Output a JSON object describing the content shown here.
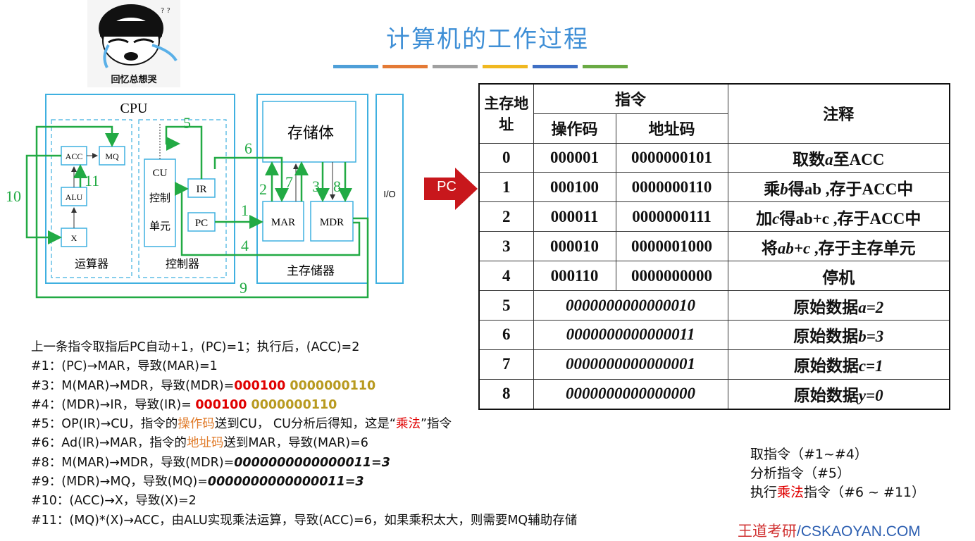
{
  "title": "计算机的工作过程",
  "stripe_colors": [
    "#4e9fd8",
    "#e47a35",
    "#a0a0a0",
    "#f0b820",
    "#3f6fc4",
    "#6aaa44"
  ],
  "meme": {
    "caption": "回忆总想哭"
  },
  "diagram": {
    "cpu_label": "CPU",
    "registers": {
      "acc": "ACC",
      "mq": "MQ",
      "alu": "ALU",
      "x": "X",
      "cu": [
        "CU",
        "控制",
        "单元"
      ],
      "ir": "IR",
      "pc": "PC",
      "mar": "MAR",
      "mdr": "MDR"
    },
    "storage_body": "存储体",
    "arith_unit": "运算器",
    "control_unit": "控制器",
    "main_memory": "主存储器",
    "io": "I/O",
    "step_numbers": [
      "1",
      "2",
      "3",
      "4",
      "5",
      "6",
      "7",
      "8",
      "9",
      "10",
      "11"
    ]
  },
  "pc_pointer": "PC",
  "table": {
    "headers": {
      "addr": "主存地址",
      "instr": "指令",
      "opcode": "操作码",
      "address": "地址码",
      "note": "注释"
    },
    "instr_rows": [
      {
        "addr": "0",
        "opcode": "000001",
        "address": "0000000101",
        "note_pre": "取数",
        "note_var": "a",
        "note_post": "至ACC"
      },
      {
        "addr": "1",
        "opcode": "000100",
        "address": "0000000110",
        "note_pre": "乘",
        "note_var": "b",
        "note_post": "得ab ,存于ACC中"
      },
      {
        "addr": "2",
        "opcode": "000011",
        "address": "0000000111",
        "note_pre": "加",
        "note_var": "c",
        "note_post": "得ab+c ,存于ACC中"
      },
      {
        "addr": "3",
        "opcode": "000010",
        "address": "0000001000",
        "note_pre": "将",
        "note_var": "ab+c",
        "note_post": " ,存于主存单元"
      },
      {
        "addr": "4",
        "opcode": "000110",
        "address": "0000000000",
        "note_pre": "停机",
        "note_var": "",
        "note_post": ""
      }
    ],
    "data_rows": [
      {
        "addr": "5",
        "value": "0000000000000010",
        "note_pre": "原始数据",
        "note_var": "a=2"
      },
      {
        "addr": "6",
        "value": "0000000000000011",
        "note_pre": "原始数据",
        "note_var": "b=3"
      },
      {
        "addr": "7",
        "value": "0000000000000001",
        "note_pre": "原始数据",
        "note_var": "c=1"
      },
      {
        "addr": "8",
        "value": "0000000000000000",
        "note_pre": "原始数据",
        "note_var": "y=0"
      }
    ]
  },
  "steps": {
    "intro": "上一条指令取指后PC自动+1，(PC)=1；执行后，(ACC)=2",
    "s1": "#1：(PC)→MAR，导致(MAR)=1",
    "s3_pre": "#3：M(MAR)→MDR，导致(MDR)=",
    "s3_op": "000100",
    "s3_addr": " 0000000110",
    "s4_pre": "#4：(MDR)→IR，导致(IR)= ",
    "s4_op": "000100",
    "s4_addr": " 0000000110",
    "s5_a": "#5：OP(IR)→CU，指令的",
    "s5_b": "操作码",
    "s5_c": "送到CU， CU分析后得知，这是“",
    "s5_d": "乘法",
    "s5_e": "”指令",
    "s6_a": "#6：Ad(IR)→MAR，指令的",
    "s6_b": "地址码",
    "s6_c": "送到MAR，导致(MAR)=6",
    "s8_pre": "#8：M(MAR)→MDR，导致(MDR)=",
    "s8_val": "0000000000000011=3",
    "s9_pre": "#9：(MDR)→MQ，导致(MQ)=",
    "s9_val": "0000000000000011=3",
    "s10": "#10：(ACC)→X，导致(X)=2",
    "s11": "#11：(MQ)*(X)→ACC，由ALU实现乘法运算，导致(ACC)=6，如果乘积太大，则需要MQ辅助存储"
  },
  "summary": {
    "fetch": "取指令（#1~#4）",
    "analyze": "分析指令（#5）",
    "exec_a": "执行",
    "exec_b": "乘法",
    "exec_c": "指令（#6 ~ #11）"
  },
  "brand": {
    "cn": "王道考研",
    "en": "/CSKAOYAN.COM"
  }
}
